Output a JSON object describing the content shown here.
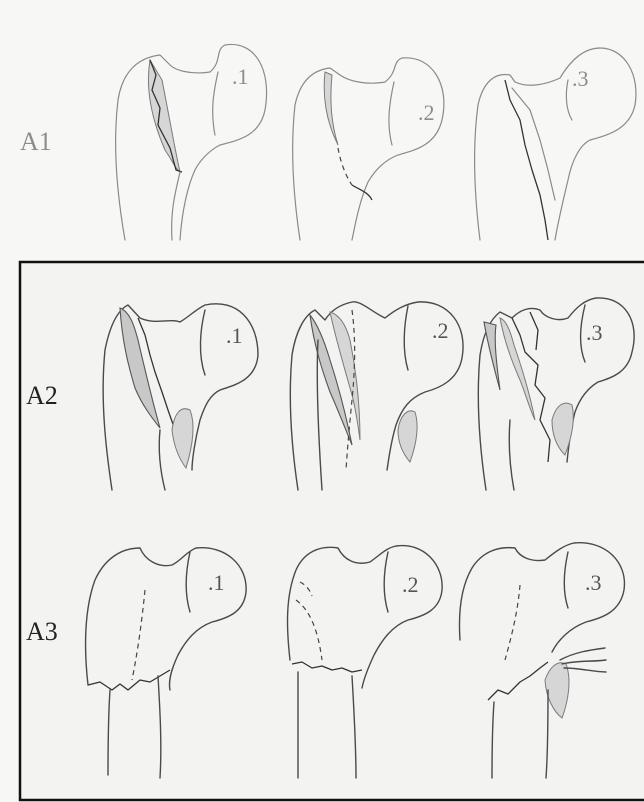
{
  "groups": [
    {
      "id": "A1",
      "label": "A1",
      "panels": [
        {
          "label": ".1"
        },
        {
          "label": ".2"
        },
        {
          "label": ".3"
        }
      ]
    },
    {
      "id": "A2",
      "label": "A2",
      "panels": [
        {
          "label": ".1"
        },
        {
          "label": ".2"
        },
        {
          "label": ".3"
        }
      ]
    },
    {
      "id": "A3",
      "label": "A3",
      "panels": [
        {
          "label": ".1"
        },
        {
          "label": ".2"
        },
        {
          "label": ".3"
        }
      ]
    }
  ],
  "colors": {
    "background": "#f7f7f5",
    "label_gray": "#8c8c8c",
    "label_dark": "#222222",
    "frame": "#111111",
    "fragment_fill": "#c8c8c8"
  }
}
